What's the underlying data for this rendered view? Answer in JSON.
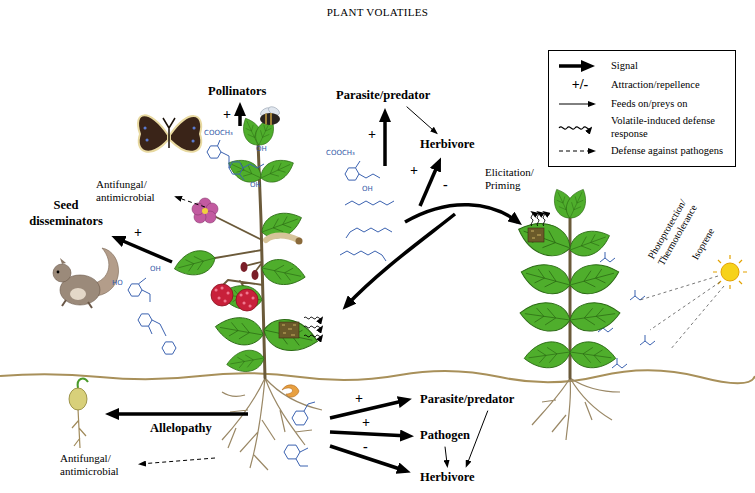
{
  "diagram": {
    "title": "PLANT VOLATILES",
    "nodes": [
      {
        "text": [
          "Pollinators"
        ]
      },
      {
        "text": [
          "Parasite/predator"
        ]
      },
      {
        "text": [
          "Herbivore"
        ]
      },
      {
        "text": [
          "Seed disseminators"
        ]
      },
      {
        "text": [
          "Parasite/predator"
        ]
      },
      {
        "text": [
          "Pathogen"
        ]
      },
      {
        "text": [
          "Herbivore"
        ]
      }
    ],
    "edges": [
      {
        "from": 1,
        "to": 2,
        "arrow": "to"
      },
      {
        "from": 4,
        "to": 6,
        "arrow": "to"
      },
      {
        "from": 5,
        "to": 6,
        "arrow": "to"
      }
    ],
    "labels": [
      "+/-",
      "+",
      "Antifungal/ antimicrobial",
      "COOCH₃",
      "OH",
      "OH",
      "+",
      "OH",
      "HO",
      "+",
      "COOCH₃",
      "OH",
      "+",
      "-",
      "Elicitation/ Priming",
      "Photoprotection/ Thermotolerance",
      "Isoprene",
      "Allelopathy",
      "Antifungal/ antimicrobial",
      "+",
      "+",
      "-"
    ],
    "legend": [
      {
        "text": "Signal"
      },
      {
        "text": "Attraction/repellence"
      },
      {
        "text": "Feeds on/preys on"
      },
      {
        "text": "Volatile-induced defense response"
      },
      {
        "text": "Defense against pathogens"
      }
    ]
  }
}
